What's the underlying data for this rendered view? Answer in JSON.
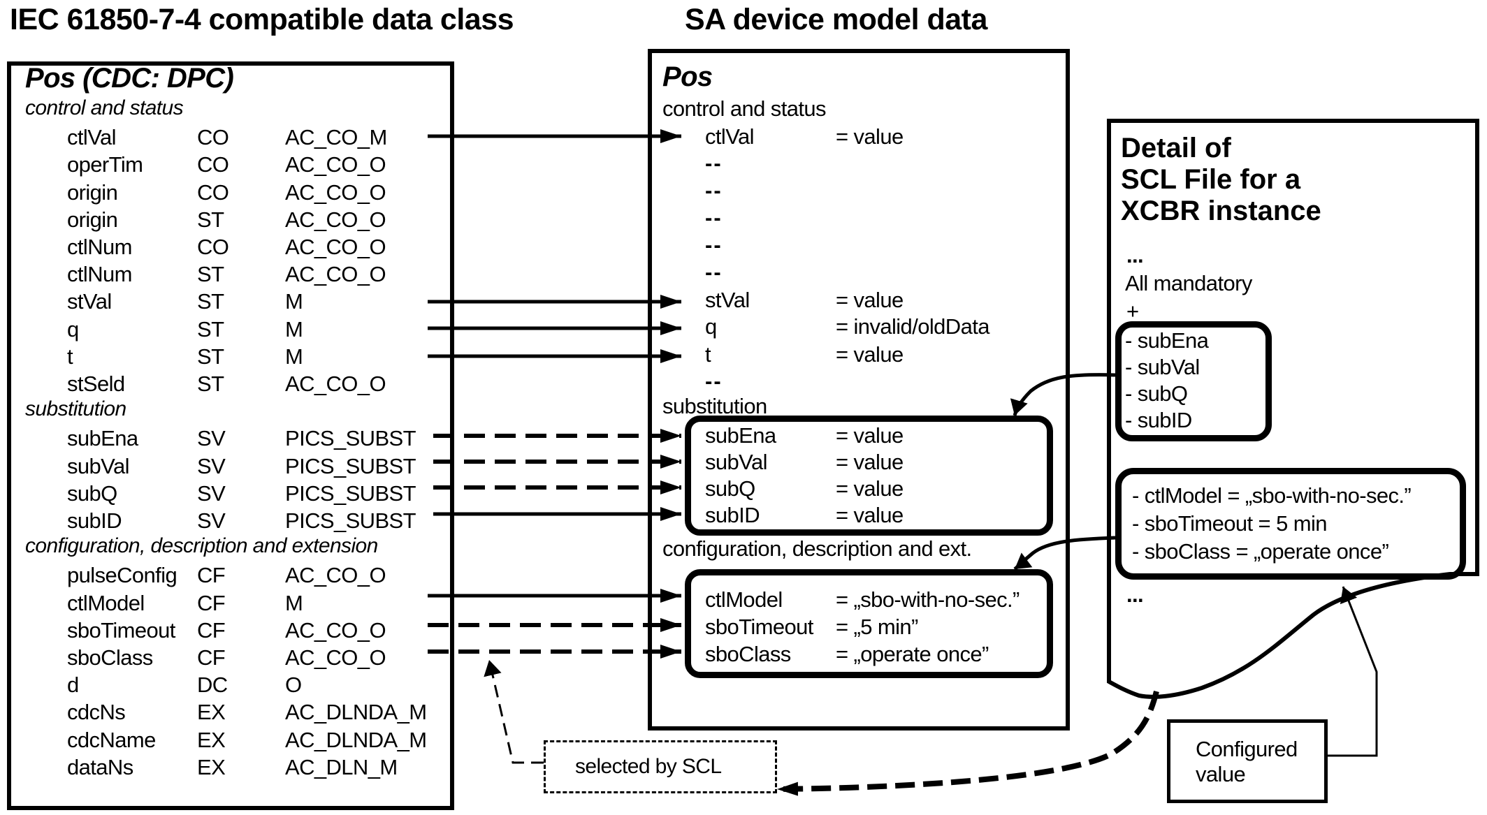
{
  "headings": {
    "left": "IEC 61850-7-4 compatible data class",
    "middle": "SA device model data"
  },
  "left_panel": {
    "title": "Pos (CDC: DPC)",
    "sections": [
      {
        "label": "control and status",
        "rows": [
          {
            "name": "ctlVal",
            "fc": "CO",
            "presence": "AC_CO_M"
          },
          {
            "name": "operTim",
            "fc": "CO",
            "presence": "AC_CO_O"
          },
          {
            "name": "origin",
            "fc": "CO",
            "presence": "AC_CO_O"
          },
          {
            "name": "origin",
            "fc": "ST",
            "presence": "AC_CO_O"
          },
          {
            "name": "ctlNum",
            "fc": "CO",
            "presence": "AC_CO_O"
          },
          {
            "name": "ctlNum",
            "fc": "ST",
            "presence": "AC_CO_O"
          },
          {
            "name": "stVal",
            "fc": "ST",
            "presence": "M"
          },
          {
            "name": "q",
            "fc": "ST",
            "presence": "M"
          },
          {
            "name": "t",
            "fc": "ST",
            "presence": "M"
          },
          {
            "name": "stSeld",
            "fc": "ST",
            "presence": "AC_CO_O"
          }
        ]
      },
      {
        "label": "substitution",
        "rows": [
          {
            "name": "subEna",
            "fc": "SV",
            "presence": "PICS_SUBST"
          },
          {
            "name": "subVal",
            "fc": "SV",
            "presence": "PICS_SUBST"
          },
          {
            "name": "subQ",
            "fc": "SV",
            "presence": "PICS_SUBST"
          },
          {
            "name": "subID",
            "fc": "SV",
            "presence": "PICS_SUBST"
          }
        ]
      },
      {
        "label": "configuration, description and extension",
        "rows": [
          {
            "name": "pulseConfig",
            "fc": "CF",
            "presence": "AC_CO_O"
          },
          {
            "name": "ctlModel",
            "fc": "CF",
            "presence": "M"
          },
          {
            "name": "sboTimeout",
            "fc": "CF",
            "presence": "AC_CO_O"
          },
          {
            "name": "sboClass",
            "fc": "CF",
            "presence": "AC_CO_O"
          },
          {
            "name": "d",
            "fc": "DC",
            "presence": "O"
          },
          {
            "name": "cdcNs",
            "fc": "EX",
            "presence": "AC_DLNDA_M"
          },
          {
            "name": "cdcName",
            "fc": "EX",
            "presence": "AC_DLNDA_M"
          },
          {
            "name": "dataNs",
            "fc": "EX",
            "presence": "AC_DLN_M"
          }
        ]
      }
    ]
  },
  "middle_panel": {
    "title": "Pos",
    "sections": [
      {
        "label": "control and status",
        "rows": [
          {
            "name": "ctlVal",
            "value": "= value"
          },
          {
            "name": "--",
            "value": ""
          },
          {
            "name": "--",
            "value": ""
          },
          {
            "name": "--",
            "value": ""
          },
          {
            "name": "--",
            "value": ""
          },
          {
            "name": "--",
            "value": ""
          },
          {
            "name": "stVal",
            "value": "= value"
          },
          {
            "name": "q",
            "value": "= invalid/oldData"
          },
          {
            "name": "t",
            "value": "= value"
          },
          {
            "name": "--",
            "value": ""
          }
        ]
      },
      {
        "label": "substitution",
        "rows": [
          {
            "name": "subEna",
            "value": "= value"
          },
          {
            "name": "subVal",
            "value": "= value"
          },
          {
            "name": "subQ",
            "value": "= value"
          },
          {
            "name": "subID",
            "value": "= value"
          }
        ]
      },
      {
        "label": "configuration, description and ext.",
        "rows": [
          {
            "name": "ctlModel",
            "value": "= „sbo-with-no-sec.”"
          },
          {
            "name": "sboTimeout",
            "value": "= „5 min”"
          },
          {
            "name": "sboClass",
            "value": "= „operate once”"
          }
        ]
      }
    ]
  },
  "scl_panel": {
    "title_lines": [
      "Detail of",
      "SCL File for a",
      "XCBR instance"
    ],
    "ellipsis_top": "...",
    "all_mandatory": "All mandatory",
    "plus": "+",
    "substitution_items": [
      "- subEna",
      "- subVal",
      "- subQ",
      "- subID"
    ],
    "config_items": [
      "- ctlModel  = „sbo-with-no-sec.”",
      "- sboTimeout   = 5 min",
      "- sboClass   = „operate once”"
    ],
    "ellipsis_bottom": "..."
  },
  "callouts": {
    "selected_by_scl": "selected by SCL",
    "configured_value": [
      "Configured",
      "value"
    ]
  }
}
